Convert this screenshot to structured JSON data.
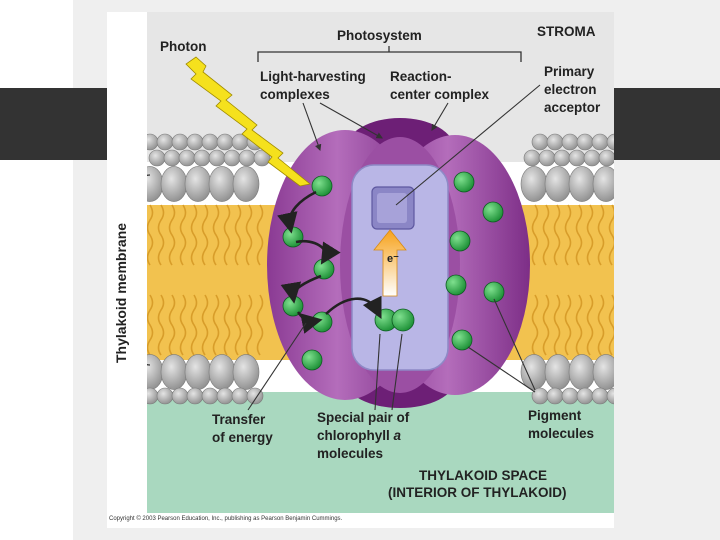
{
  "labels": {
    "photon": "Photon",
    "photosystem": "Photosystem",
    "stroma": "STROMA",
    "light_harvesting_1": "Light-harvesting",
    "light_harvesting_2": "complexes",
    "reaction_center_1": "Reaction-",
    "reaction_center_2": "center complex",
    "primary_1": "Primary",
    "primary_2": "electron",
    "primary_3": "acceptor",
    "thylakoid_membrane": "Thylakoid membrane",
    "electron": "e⁻",
    "transfer_1": "Transfer",
    "transfer_2": "of energy",
    "special_pair_1": "Special pair of",
    "special_pair_2a": "chlorophyll ",
    "special_pair_2b": "a",
    "special_pair_3": "molecules",
    "pigment_1": "Pigment",
    "pigment_2": "molecules",
    "space_1": "THYLAKOID SPACE",
    "space_2": "(INTERIOR OF THYLAKOID)"
  },
  "copyright": "Copyright © 2003 Pearson Education, Inc., publishing as Pearson Benjamin Cummings.",
  "colors": {
    "stroma_bg": "#e6e6e6",
    "membrane_tails": "#f2c24f",
    "lipid_heads": "#a6a6a6",
    "thylakoid_space": "#a9d8bf",
    "complex_purple": "#9b4fa3",
    "complex_dark": "#6d1f76",
    "reaction_center": "#b9b6e6",
    "pigment_green": "#1f9e3c",
    "photon_yellow": "#f5e11d"
  }
}
